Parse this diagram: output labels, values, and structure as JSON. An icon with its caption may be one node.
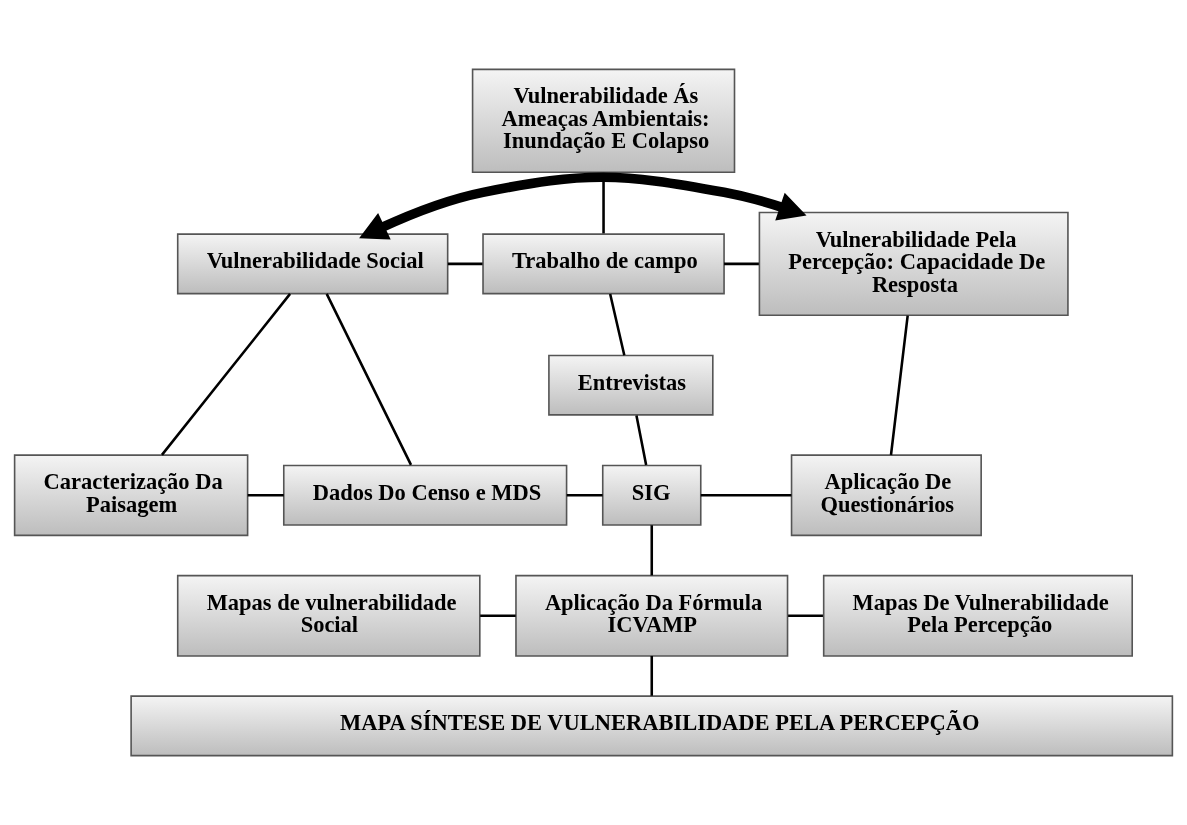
{
  "diagram": {
    "nodes": [
      {
        "text": [
          "Vulnerabilidade Ás Ameaças Ambientais: Inundação E Colapso"
        ]
      },
      {
        "text": [
          "Vulnerabilidade Social"
        ]
      },
      {
        "text": [
          "Vulnerabilidade Pela Percepção: Capacidade De Resposta"
        ]
      },
      {
        "text": [
          "Trabalho de campo"
        ]
      },
      {
        "text": [
          "Entrevistas"
        ]
      },
      {
        "text": [
          "Caracterização Da Paisagem"
        ]
      },
      {
        "text": [
          "Dados Do Censo e MDS"
        ]
      },
      {
        "text": [
          "SIG"
        ]
      },
      {
        "text": [
          "Aplicação De Questionários"
        ]
      },
      {
        "text": [
          "Mapas de vulnerabilidade Social"
        ]
      },
      {
        "text": [
          "Aplicação Da Fórmula ICVAMP"
        ]
      },
      {
        "text": [
          "Mapas De Vulnerabilidade Pela Percepção"
        ]
      },
      {
        "text": [
          "MAPA SÍNTESE DE VULNERABILIDADE PELA PERCEPÇÃO"
        ]
      }
    ],
    "edges": [
      {
        "from": 1,
        "to": 2,
        "arrow": "both",
        "style": "thick"
      },
      {
        "from": 0,
        "to": 3,
        "arrow": "none"
      },
      {
        "from": 1,
        "to": 3,
        "arrow": "none"
      },
      {
        "from": 3,
        "to": 2,
        "arrow": "none"
      },
      {
        "from": 3,
        "to": 4,
        "arrow": "none"
      },
      {
        "from": 1,
        "to": 5,
        "arrow": "none"
      },
      {
        "from": 1,
        "to": 6,
        "arrow": "none"
      },
      {
        "from": 2,
        "to": 8,
        "arrow": "none"
      },
      {
        "from": 4,
        "to": 7,
        "arrow": "none"
      },
      {
        "from": 5,
        "to": 6,
        "arrow": "none"
      },
      {
        "from": 6,
        "to": 7,
        "arrow": "none"
      },
      {
        "from": 7,
        "to": 8,
        "arrow": "none"
      },
      {
        "from": 7,
        "to": 10,
        "arrow": "none"
      },
      {
        "from": 9,
        "to": 10,
        "arrow": "none"
      },
      {
        "from": 10,
        "to": 11,
        "arrow": "none"
      },
      {
        "from": 10,
        "to": 12,
        "arrow": "none"
      }
    ]
  }
}
